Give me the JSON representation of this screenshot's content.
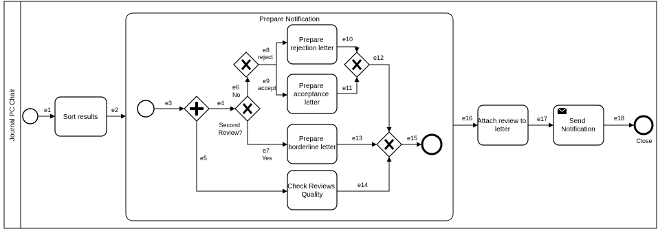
{
  "pool": {
    "lane_label": "Journal PC Chair"
  },
  "subprocess": {
    "title": "Prepare Notification"
  },
  "tasks": {
    "sort_results": [
      "Sort results"
    ],
    "prepare_rejection": [
      "Prepare",
      "rejection letter"
    ],
    "prepare_acceptance": [
      "Prepare",
      "acceptance",
      "letter"
    ],
    "prepare_borderline": [
      "Prepare",
      "borderline letter"
    ],
    "check_reviews": [
      "Check Reviews",
      "Quality"
    ],
    "attach_review": [
      "Attach review to",
      "letter"
    ],
    "send_notification": [
      "Send",
      "Notification"
    ]
  },
  "gateways": {
    "review_question": [
      "Second",
      "Review?"
    ]
  },
  "events": {
    "close_label": "Close"
  },
  "edges": {
    "e1": "e1",
    "e2": "e2",
    "e3": "e3",
    "e4": "e4",
    "e5": "e5",
    "e6": "e6",
    "e6_cond": "No",
    "e7": "e7",
    "e7_cond": "Yes",
    "e8": "e8",
    "e8_cond": "reject",
    "e9": "e9",
    "e9_cond": "accept",
    "e10": "e10",
    "e11": "e11",
    "e12": "e12",
    "e13": "e13",
    "e14": "e14",
    "e15": "e15",
    "e16": "e16",
    "e17": "e17",
    "e18": "e18"
  }
}
